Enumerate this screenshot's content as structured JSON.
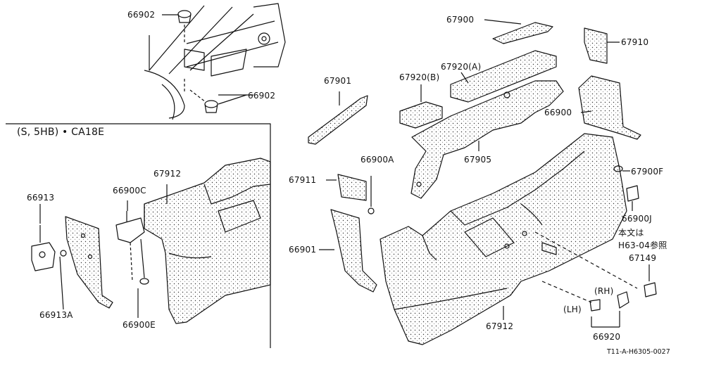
{
  "inset_title": "(S, 5HB) • CA18E",
  "parts": {
    "p66902_top": "66902",
    "p66902_mid": "66902",
    "p67900": "67900",
    "p67910": "67910",
    "p67920A": "67920(A)",
    "p67920B": "67920(B)",
    "p67901": "67901",
    "p66900": "66900",
    "p66900A": "66900A",
    "p67905": "67905",
    "p67911": "67911",
    "p67900F": "67900F",
    "p66900J": "66900J",
    "note_line1": "本文は",
    "note_line2": "H63-04参照",
    "p67149": "67149",
    "rh": "(RH)",
    "lh": "(LH)",
    "p66920": "66920",
    "p66901": "66901",
    "p67912_right": "67912",
    "p67912_inset": "67912",
    "p66913": "66913",
    "p66913A": "66913A",
    "p66900C": "66900C",
    "p66900E": "66900E"
  },
  "diagram_code": "T11-A-H6305-0027"
}
